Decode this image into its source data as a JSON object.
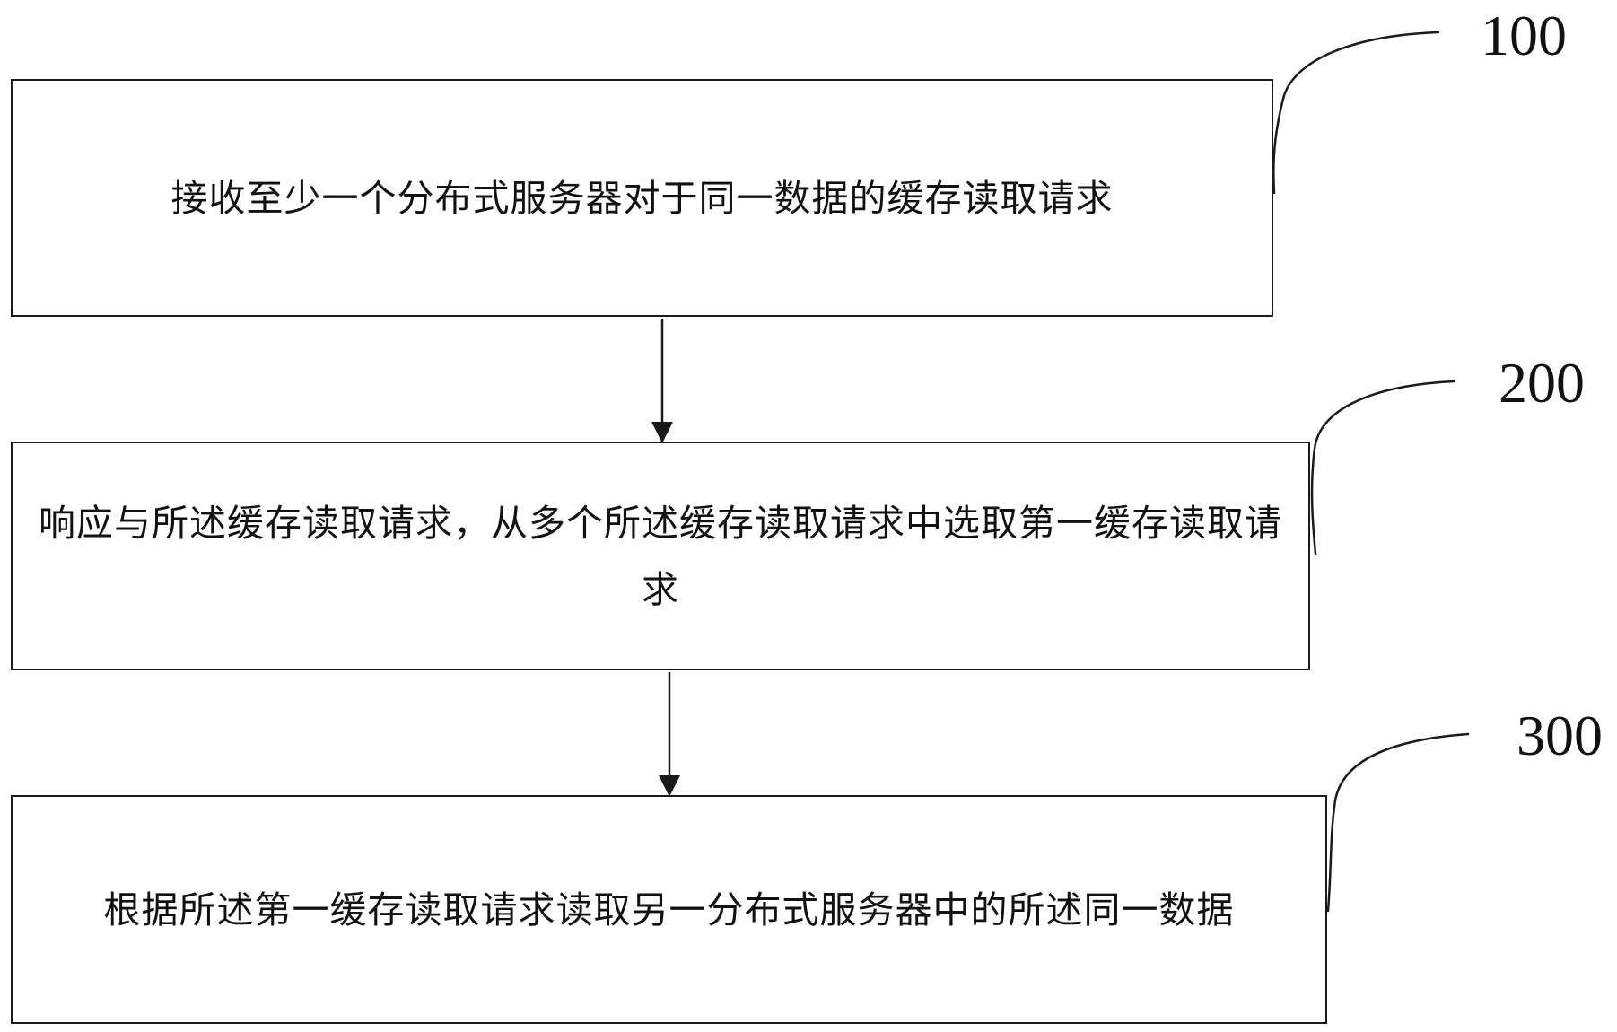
{
  "steps": [
    {
      "number": "100",
      "text": "接收至少一个分布式服务器对于同一数据的缓存读取请求"
    },
    {
      "number": "200",
      "text": "响应与所述缓存读取请求，从多个所述缓存读取请求中选取第一缓存读取请求"
    },
    {
      "number": "300",
      "text": "根据所述第一缓存读取请求读取另一分布式服务器中的所述同一数据"
    }
  ],
  "colors": {
    "line": "#1a1a1a",
    "background": "#ffffff",
    "text": "#111111"
  }
}
